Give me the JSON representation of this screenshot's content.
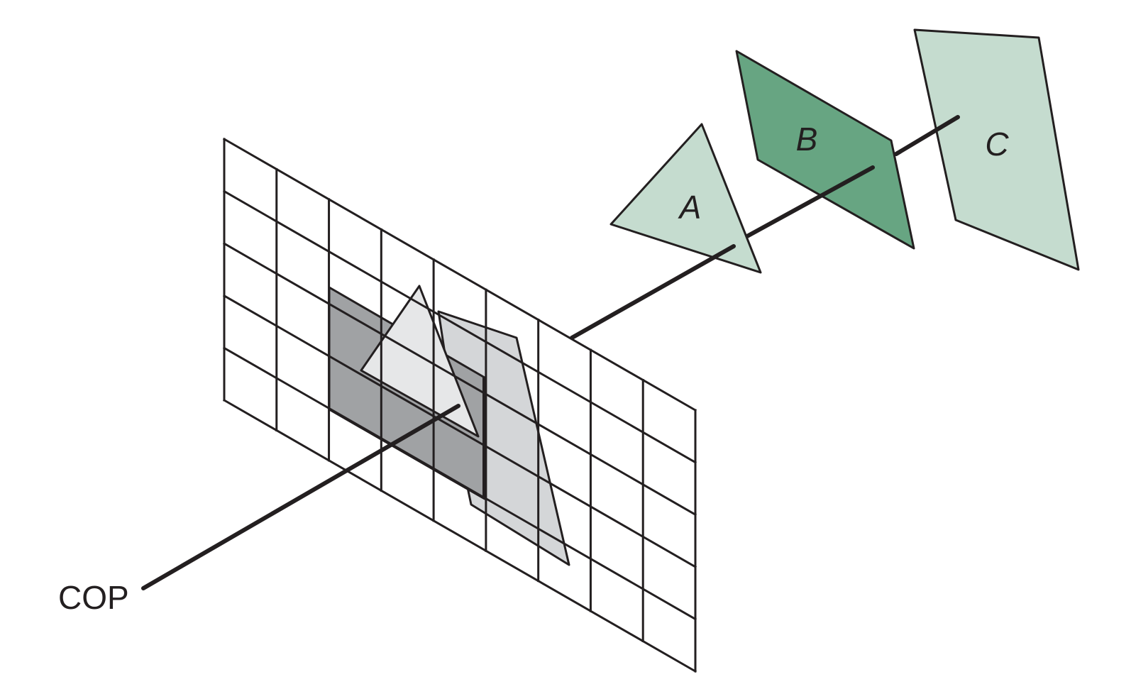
{
  "labels": {
    "cop": "COP",
    "polygon_a": "A",
    "polygon_b": "B",
    "polygon_c": "C"
  },
  "colors": {
    "stroke": "#231f20",
    "polygon_a_fill": "#c5dccf",
    "polygon_b_fill": "#67a582",
    "polygon_c_fill": "#c5dccf",
    "projected_rect_fill": "#a0a2a4",
    "projected_quad_fill": "#d4d6d8",
    "projected_tri_fill": "#e6e7e8",
    "background": "#ffffff"
  },
  "grid": {
    "columns": 9,
    "rows": 5
  }
}
